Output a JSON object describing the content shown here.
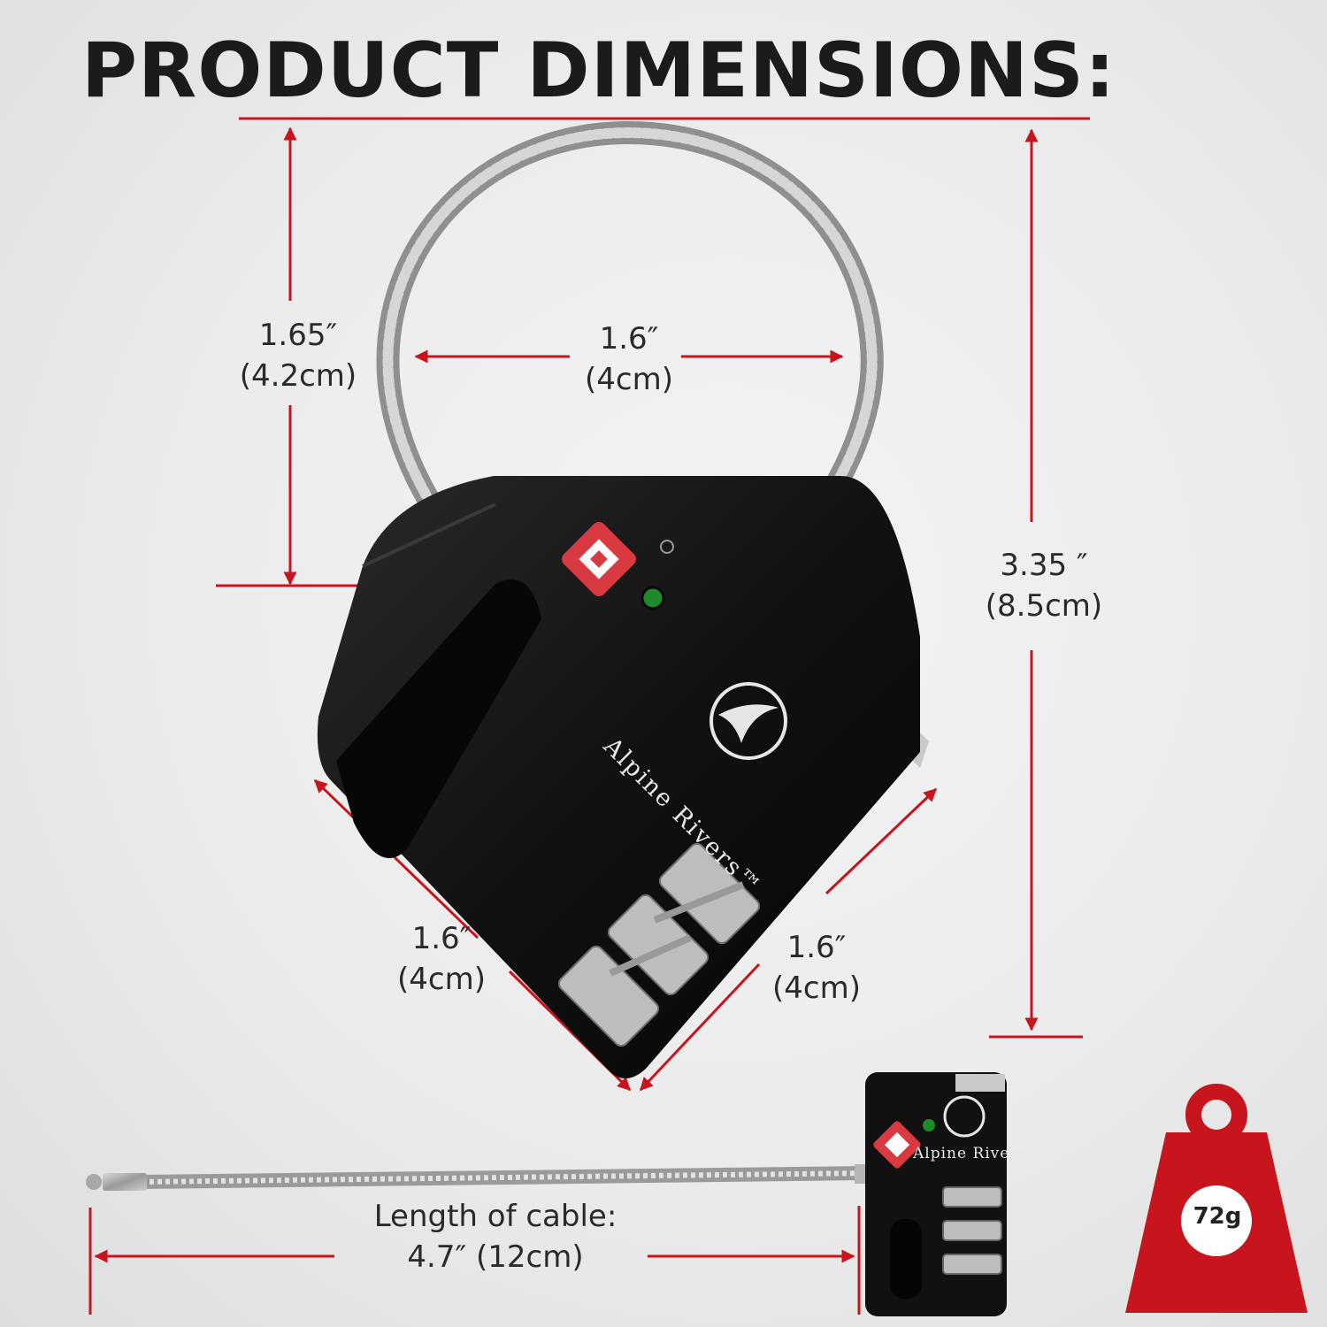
{
  "headline": "PRODUCT DIMENSIONS:",
  "dimensions": {
    "cable_loop_height": {
      "in": "1.65″",
      "cm": "(4.2cm)"
    },
    "cable_loop_width": {
      "in": "1.6″",
      "cm": "(4cm)"
    },
    "total_height": {
      "in": "3.35 ″",
      "cm": "(8.5cm)"
    },
    "body_left_side": {
      "in": "1.6″",
      "cm": "(4cm)"
    },
    "body_right_side": {
      "in": "1.6″",
      "cm": "(4cm)"
    }
  },
  "cable": {
    "label": "Length of cable:",
    "value": "4.7″ (12cm)"
  },
  "brand": {
    "name": "Alpine Rivers",
    "trademark": "™",
    "small_name": "Alpine Rivers™"
  },
  "weight": "72g",
  "colors": {
    "accent": "#c8141c",
    "lock_body": "#141414",
    "tsa_badge": "#d93a42",
    "indicator": "#1f8a2a"
  }
}
